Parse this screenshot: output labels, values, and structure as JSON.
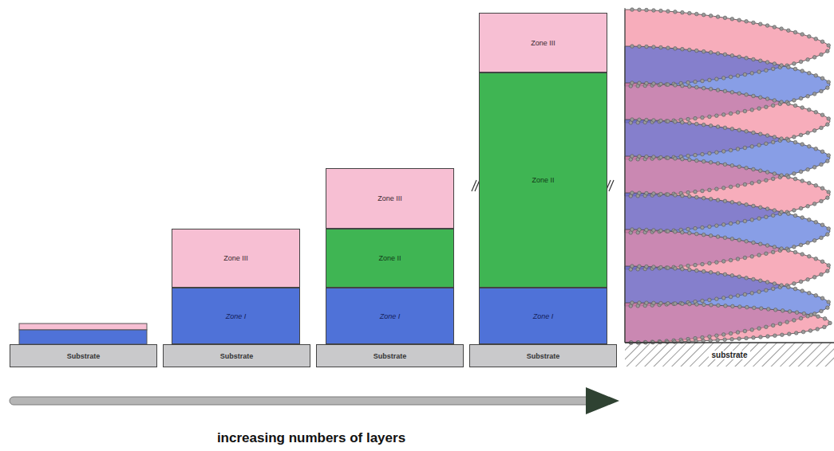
{
  "diagram": {
    "nodes": [
      {
        "text": [
          "Substrate"
        ]
      },
      {
        "text": [
          "Zone III"
        ]
      },
      {
        "text": [
          "Zone I"
        ]
      },
      {
        "text": [
          "Substrate"
        ]
      },
      {
        "text": [
          "Zone III"
        ]
      },
      {
        "text": [
          "Zone II"
        ]
      },
      {
        "text": [
          "Zone I"
        ]
      },
      {
        "text": [
          "Substrate"
        ]
      },
      {
        "text": [
          "Zone III"
        ]
      },
      {
        "text": [
          "Zone II"
        ]
      },
      {
        "text": [
          "Zone I"
        ]
      },
      {
        "text": [
          "Substrate"
        ]
      }
    ],
    "labels": [
      "substrate",
      "increasing numbers of layers"
    ]
  }
}
